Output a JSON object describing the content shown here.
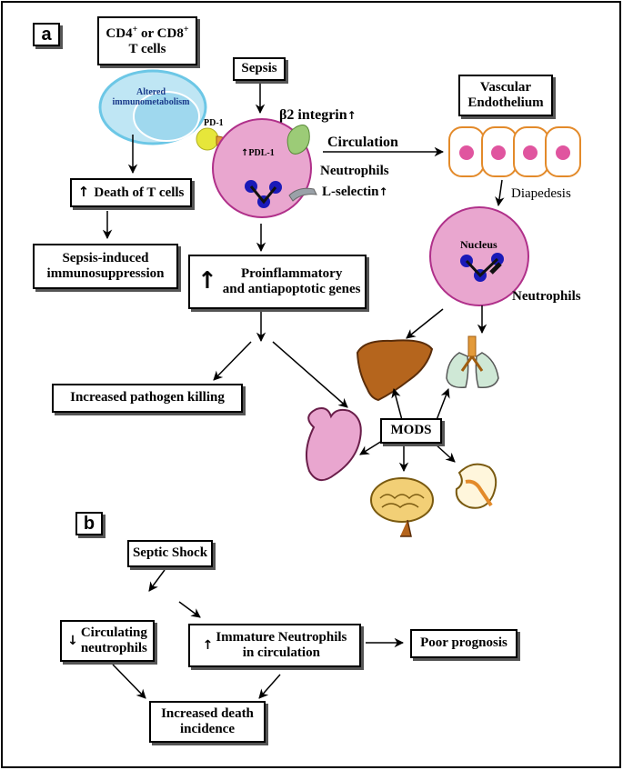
{
  "panel_a": {
    "tag": "a",
    "tcells_box": {
      "line1_pre": "CD4",
      "sup1": "+",
      "mid": " or CD8",
      "sup2": "+",
      "line2": "T cells"
    },
    "altered_label": "Altered\nimmunometabolism",
    "pd1": "PD-1",
    "pdl1": "PDL-1",
    "sepsis": "Sepsis",
    "b2_integrin": "β2 integrin",
    "l_selectin": "L-selectin",
    "circulation": "Circulation",
    "neutrophils_top": "Neutrophils",
    "vascular": "Vascular\nEndothelium",
    "diapedesis": "Diapedesis",
    "nucleus": "Nucleus",
    "neutrophils_right": "Neutrophils",
    "death_tcells": "Death of T cells",
    "immunosuppression": "Sepsis-induced\nimmunosuppression",
    "proinflammatory": "Proinflammatory\nand antiapoptotic genes",
    "pathogen_killing": "Increased pathogen killing",
    "mods": "MODS",
    "organs": [
      "liver-icon",
      "lungs-icon",
      "heart-icon",
      "brain-icon",
      "kidney-icon"
    ]
  },
  "panel_b": {
    "tag": "b",
    "septic_shock": "Septic Shock",
    "circulating": "Circulating\nneutrophils",
    "immature": "Immature Neutrophils\nin circulation",
    "poor_prognosis": "Poor prognosis",
    "death_incidence": "Increased death\nincidence"
  },
  "colors": {
    "cell_pink": "#e9a6cf",
    "cell_outline": "#b0308a",
    "nucleus_blue": "#1a1ab8",
    "tcell_blue": "#9fd8ee",
    "endothelium_orange": "#e38a2a",
    "liver": "#b5651d",
    "lungs": "#cfe8d6",
    "heart": "#e9a6cf",
    "brain": "#f2cf76"
  }
}
